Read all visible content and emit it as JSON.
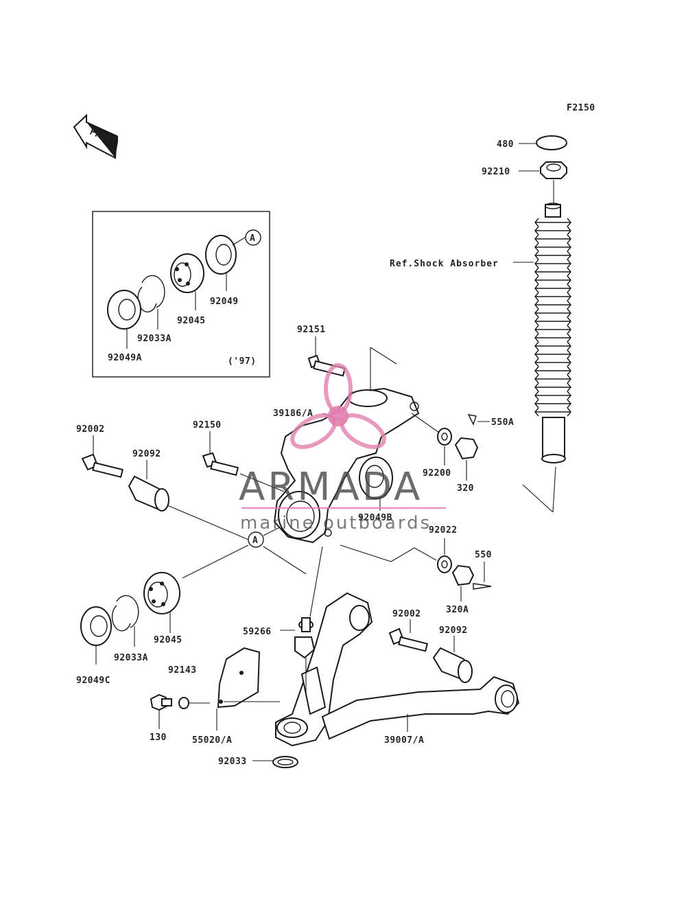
{
  "figure_code": "F2150",
  "front_label": "FRONT",
  "inset": {
    "callout": "A",
    "year_note": "('97)",
    "parts": [
      "92049",
      "92045",
      "92033A",
      "92049A"
    ]
  },
  "shock": {
    "parts": [
      "480",
      "92210"
    ],
    "reference": "Ref.Shock Absorber"
  },
  "callout_a": "A",
  "labels": {
    "p92151": "92151",
    "p39186": "39186/A",
    "p550A": "550A",
    "p92002_top": "92002",
    "p92092_top": "92092",
    "p92150": "92150",
    "p92200": "92200",
    "p320": "320",
    "p92049B": "92049B",
    "p92022": "92022",
    "p550": "550",
    "p320A": "320A",
    "p92045": "92045",
    "p92033A": "92033A",
    "p92049C": "92049C",
    "p59266": "59266",
    "p92002_bot": "92002",
    "p92092_bot": "92092",
    "p92143": "92143",
    "p130": "130",
    "p55020": "55020/A",
    "p39007": "39007/A",
    "p92033": "92033"
  },
  "watermark": {
    "brand": "ARMADA",
    "tagline": "marine outboards",
    "color": "#e27fae"
  }
}
